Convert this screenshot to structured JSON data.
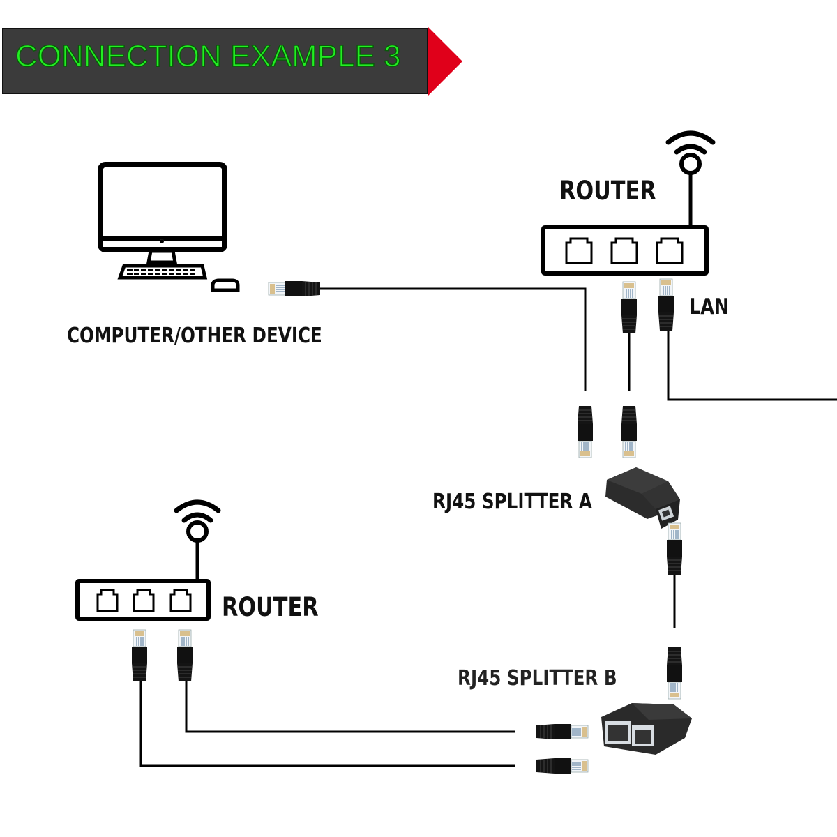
{
  "banner": {
    "title": "CONNECTION EXAMPLE 3",
    "text_color": "#22ee22",
    "bg_color": "#3b3b3b",
    "arrow_color": "#e0001a"
  },
  "labels": {
    "router_top": "ROUTER",
    "lan": "LAN",
    "computer": "COMPUTER/OTHER DEVICE",
    "splitter_a": "RJ45 SPLITTER A",
    "splitter_b": "RJ45 SPLITTER B",
    "router_bottom": "ROUTER"
  },
  "devices": {
    "router_top": {
      "ports": 3,
      "icon": "wifi-router-icon"
    },
    "router_bottom": {
      "ports": 3,
      "icon": "wifi-router-icon"
    },
    "computer": {
      "icon": "desktop-computer-icon"
    },
    "splitter_a": {
      "ports": 1,
      "icon": "rj45-splitter-icon"
    },
    "splitter_b": {
      "ports": 2,
      "icon": "rj45-splitter-icon"
    }
  }
}
